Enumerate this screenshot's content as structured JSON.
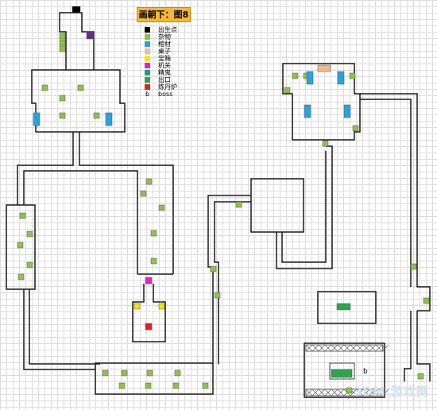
{
  "map": {
    "title": "画朝下：图8",
    "boss_marker": "b",
    "watermark": "3DM 游戏网"
  },
  "legend": [
    {
      "label": "出生点",
      "color": "#000000"
    },
    {
      "label": "杂物",
      "color": "#8bc34a"
    },
    {
      "label": "棺材",
      "color": "#29a3df"
    },
    {
      "label": "桌子",
      "color": "#f5b98a"
    },
    {
      "label": "宝箱",
      "color": "#f3e600"
    },
    {
      "label": "机关",
      "color": "#e81ed0"
    },
    {
      "label": "精鬼",
      "color": "#1a9e8a"
    },
    {
      "label": "出口",
      "color": "#2da44e"
    },
    {
      "label": "炼丹炉",
      "color": "#e62020"
    },
    {
      "label": "boss",
      "symbol": "b"
    }
  ],
  "colors": {
    "wall": "#1a1a1a",
    "spawn": "#000000",
    "debris": "#8bc34a",
    "coffin": "#29a3df",
    "table": "#f5b98a",
    "chest": "#f3e600",
    "trap": "#e81ed0",
    "ghost": "#6a2a8a",
    "exit": "#2da44e",
    "furnace": "#e62020",
    "title_bg": "#f7b731"
  }
}
